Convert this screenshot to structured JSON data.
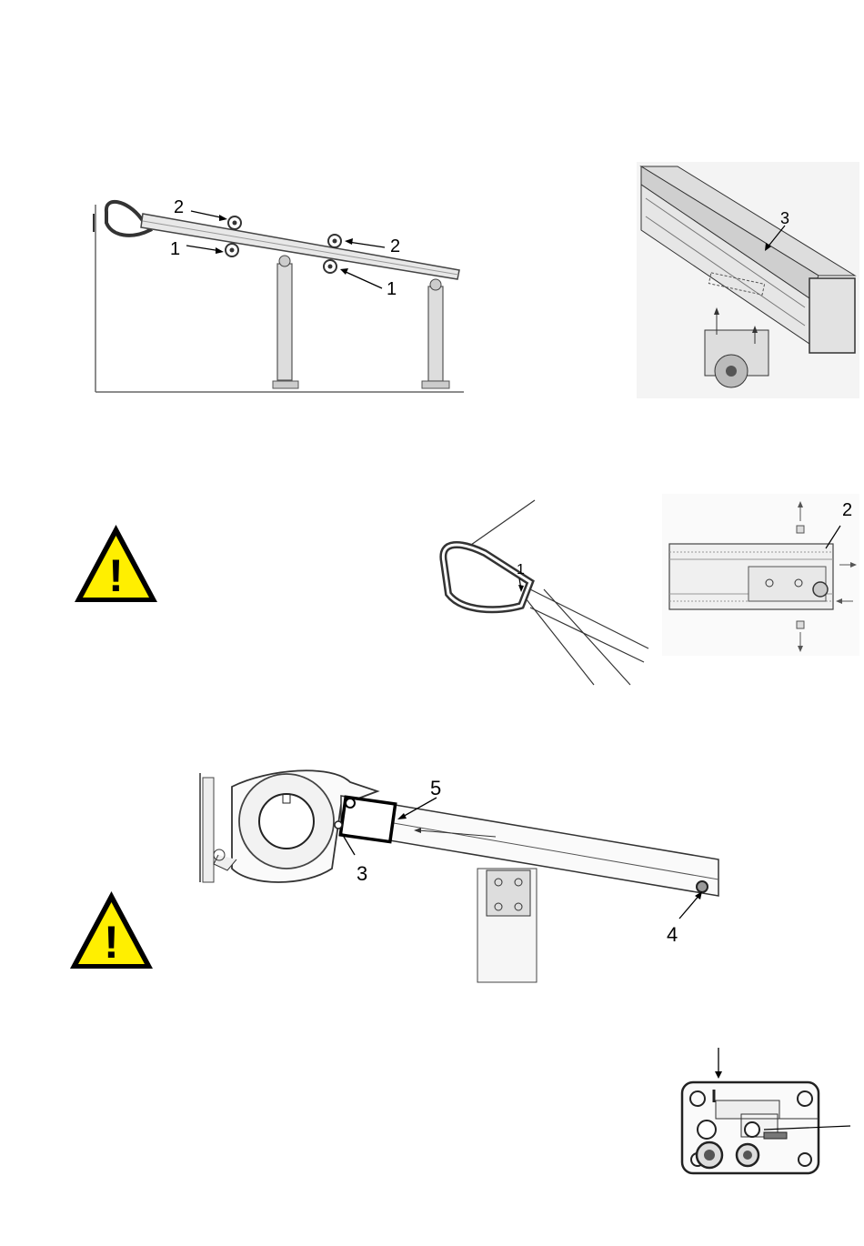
{
  "figures": {
    "barrier_side_view": {
      "callouts": [
        "2",
        "1",
        "2",
        "1"
      ]
    },
    "beam_bottom_detail": {
      "callouts": [
        "3"
      ]
    },
    "beam_end_cap": {
      "callouts": [
        "1"
      ]
    },
    "beam_section_top": {
      "callouts": [
        "2"
      ]
    },
    "housing_cutaway": {
      "callouts": [
        "5",
        "3",
        "4"
      ]
    }
  },
  "warnings": {
    "top": {
      "icon": "warning-triangle-icon",
      "glyph": "!"
    },
    "bottom": {
      "icon": "warning-triangle-icon",
      "glyph": "!"
    }
  },
  "colors": {
    "warning_fill": "#ffef00",
    "line": "#222222"
  }
}
